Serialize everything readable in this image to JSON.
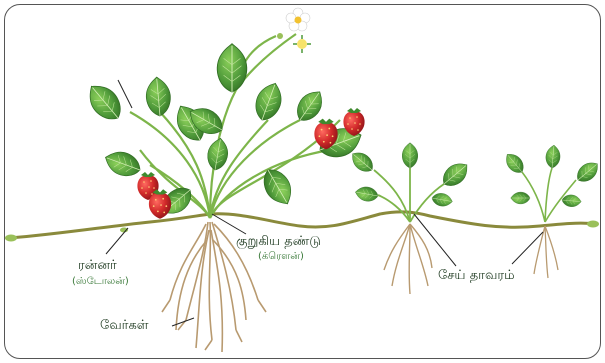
{
  "labels": {
    "runner": "ரன்னர்",
    "runner_sub": "(ஸ்டோலன்)",
    "crown": "குறுகிய தண்டு",
    "crown_sub": "(க்ரௌன்)",
    "roots": "வேர்கள்",
    "daughter": "சேய் தாவரம்"
  },
  "colors": {
    "leaf": "#4f9a3a",
    "leaf_dark": "#2f6b22",
    "stem": "#7db54a",
    "runner": "#8a8a3c",
    "root": "#b89a70",
    "berry": "#c8262b",
    "label_main": "#1e3a20",
    "label_sub": "#3b7a3a"
  }
}
